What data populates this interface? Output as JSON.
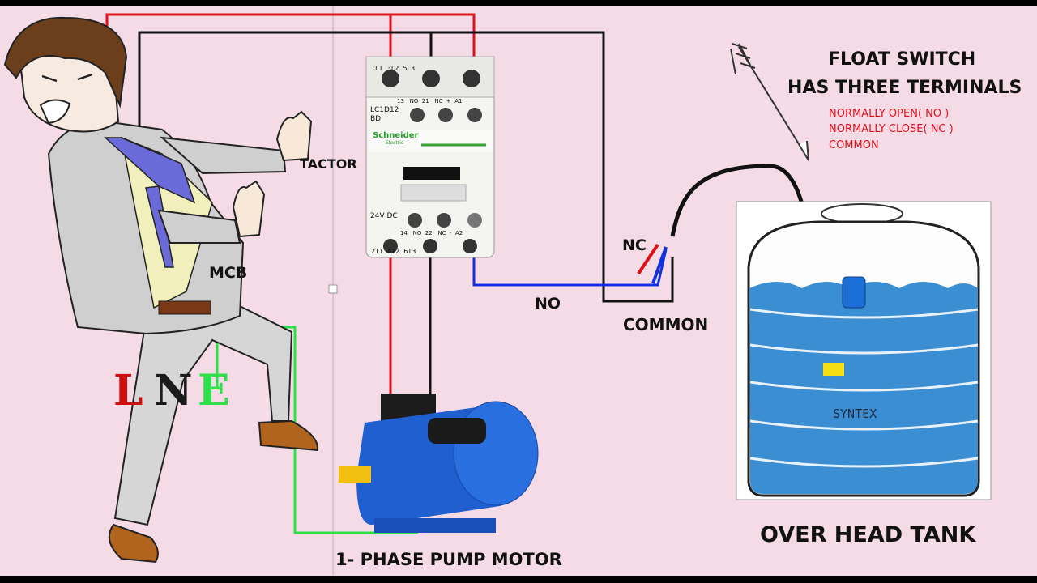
{
  "labels": {
    "float_title_1": "FLOAT SWITCH",
    "float_title_2": "HAS THREE TERMINALS",
    "float_term_no": "NORMALLY OPEN( NO )",
    "float_term_nc": "NORMALLY CLOSE( NC )",
    "float_term_com": "COMMON",
    "contactor": "TACTOR",
    "mcb": "MCB",
    "nc": "NC",
    "no": "NO",
    "common": "COMMON",
    "tank": "OVER HEAD TANK",
    "motor": "1- PHASE PUMP MOTOR",
    "tank_brand": "SYNTEX",
    "letter_l": "L",
    "letter_n": "N",
    "letter_e": "E"
  },
  "contactor": {
    "top_terminals": "1L1  3L2  5L3",
    "top_sub": "13   NO  21   NC  +  A1",
    "model": "LC1D12",
    "model_sub": "BD",
    "brand": "Schneider",
    "brand_sub": "Electric",
    "voltage": "24V DC",
    "bottom_sub": "14   NO  22   NC  -  A2",
    "bottom_terminals": "2T1  4T2  6T3"
  },
  "colors": {
    "background": "#f5dbe6",
    "line_wire": "#e0101a",
    "neutral_wire": "#111111",
    "earth_wire": "#2ee04a",
    "control_wire": "#1230e0",
    "tank_water": "#3c8ed2",
    "motor_blue": "#1f5fd0"
  }
}
